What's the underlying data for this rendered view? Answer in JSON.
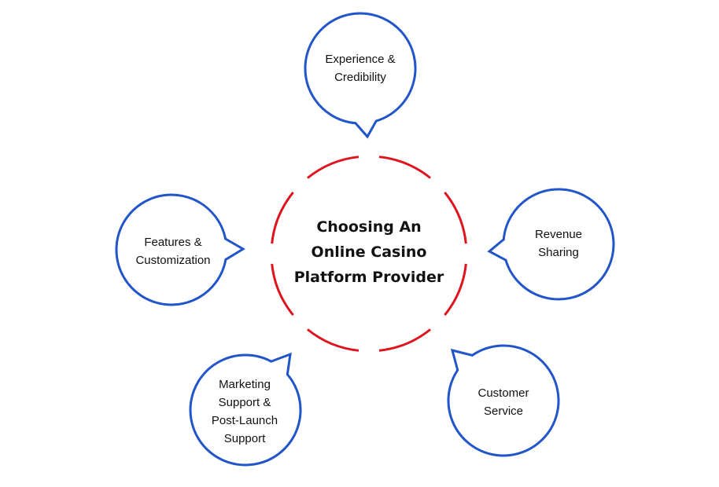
{
  "diagram": {
    "center": {
      "lines": [
        "Choosing An",
        "Online Casino",
        "Platform Provider"
      ],
      "ring_color": "#e0141e"
    },
    "bubble_color": "#2155c9",
    "bubbles": [
      {
        "id": "experience",
        "lines": [
          "Experience &",
          "Credibility"
        ]
      },
      {
        "id": "revenue",
        "lines": [
          "Revenue",
          "Sharing"
        ]
      },
      {
        "id": "customer",
        "lines": [
          "Customer",
          "Service"
        ]
      },
      {
        "id": "marketing",
        "lines": [
          "Marketing",
          "Support &",
          "Post-Launch",
          "Support"
        ]
      },
      {
        "id": "features",
        "lines": [
          "Features &",
          "Customization"
        ]
      }
    ]
  }
}
